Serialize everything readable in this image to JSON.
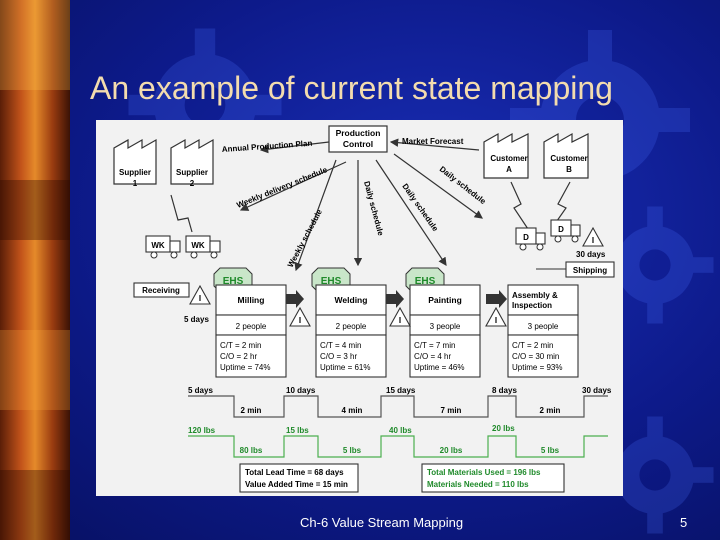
{
  "slide": {
    "title": "An example of current state mapping",
    "footer": "Ch-6 Value Stream Mapping",
    "page_number": "5"
  },
  "colors": {
    "background": "#0d1a8a",
    "title": "#f3dcae",
    "process_header": "#c9e6c9",
    "green_text": "#1f8a2a"
  },
  "diagram": {
    "production_control": [
      "Production",
      "Control"
    ],
    "annual_plan": "Annual Production Plan",
    "market_forecast": "Market Forecast",
    "weekly_delivery": "Weekly delivery schedule",
    "weekly_schedule": "Weekly schedule",
    "daily_schedule_1": "Daily schedule",
    "daily_schedule_2": "Daily schedule",
    "daily_schedule_3": "Daily schedule",
    "supplier1": [
      "Supplier",
      "1"
    ],
    "supplier2": [
      "Supplier",
      "2"
    ],
    "customerA": [
      "Customer",
      "A"
    ],
    "customerB": [
      "Customer",
      "B"
    ],
    "truck1": "WK",
    "truck2": "WK",
    "truck3": "D",
    "truck4": "D",
    "receiving": "Receiving",
    "shipping": "Shipping",
    "shipping_days": "30 days",
    "receiving_days": "5 days",
    "ehs": [
      "EHS",
      "EHS",
      "EHS"
    ],
    "inventory_symbol": "I",
    "processes": [
      {
        "name": "Milling",
        "people": "2 people",
        "ct": "C/T = 2 min",
        "co": "C/O = 2 hr",
        "uptime": "Uptime = 74%"
      },
      {
        "name": "Welding",
        "people": "2 people",
        "ct": "C/T = 4 min",
        "co": "C/O = 3 hr",
        "uptime": "Uptime = 61%"
      },
      {
        "name": "Painting",
        "people": "3 people",
        "ct": "C/T = 7 min",
        "co": "C/O = 4 hr",
        "uptime": "Uptime = 46%"
      },
      {
        "name": "Assembly & Inspection",
        "people": "3 people",
        "ct": "C/T = 2 min",
        "co": "C/O = 30 min",
        "uptime": "Uptime = 93%"
      }
    ],
    "timeline_days": [
      "5 days",
      "10 days",
      "15 days",
      "8 days",
      "30 days"
    ],
    "timeline_mins": [
      "2 min",
      "4 min",
      "7 min",
      "2 min"
    ],
    "material_upper": [
      "120 lbs",
      "15 lbs",
      "40 lbs",
      "20 lbs"
    ],
    "material_lower": [
      "80 lbs",
      "5 lbs",
      "20 lbs",
      "5 lbs"
    ],
    "summary": {
      "total_lead_time": "Total Lead Time = 68 days",
      "value_added_time": "Value Added Time = 15 min",
      "total_materials": "Total Materials Used = 196 lbs",
      "materials_needed": "Materials Needed = 110 lbs"
    }
  }
}
